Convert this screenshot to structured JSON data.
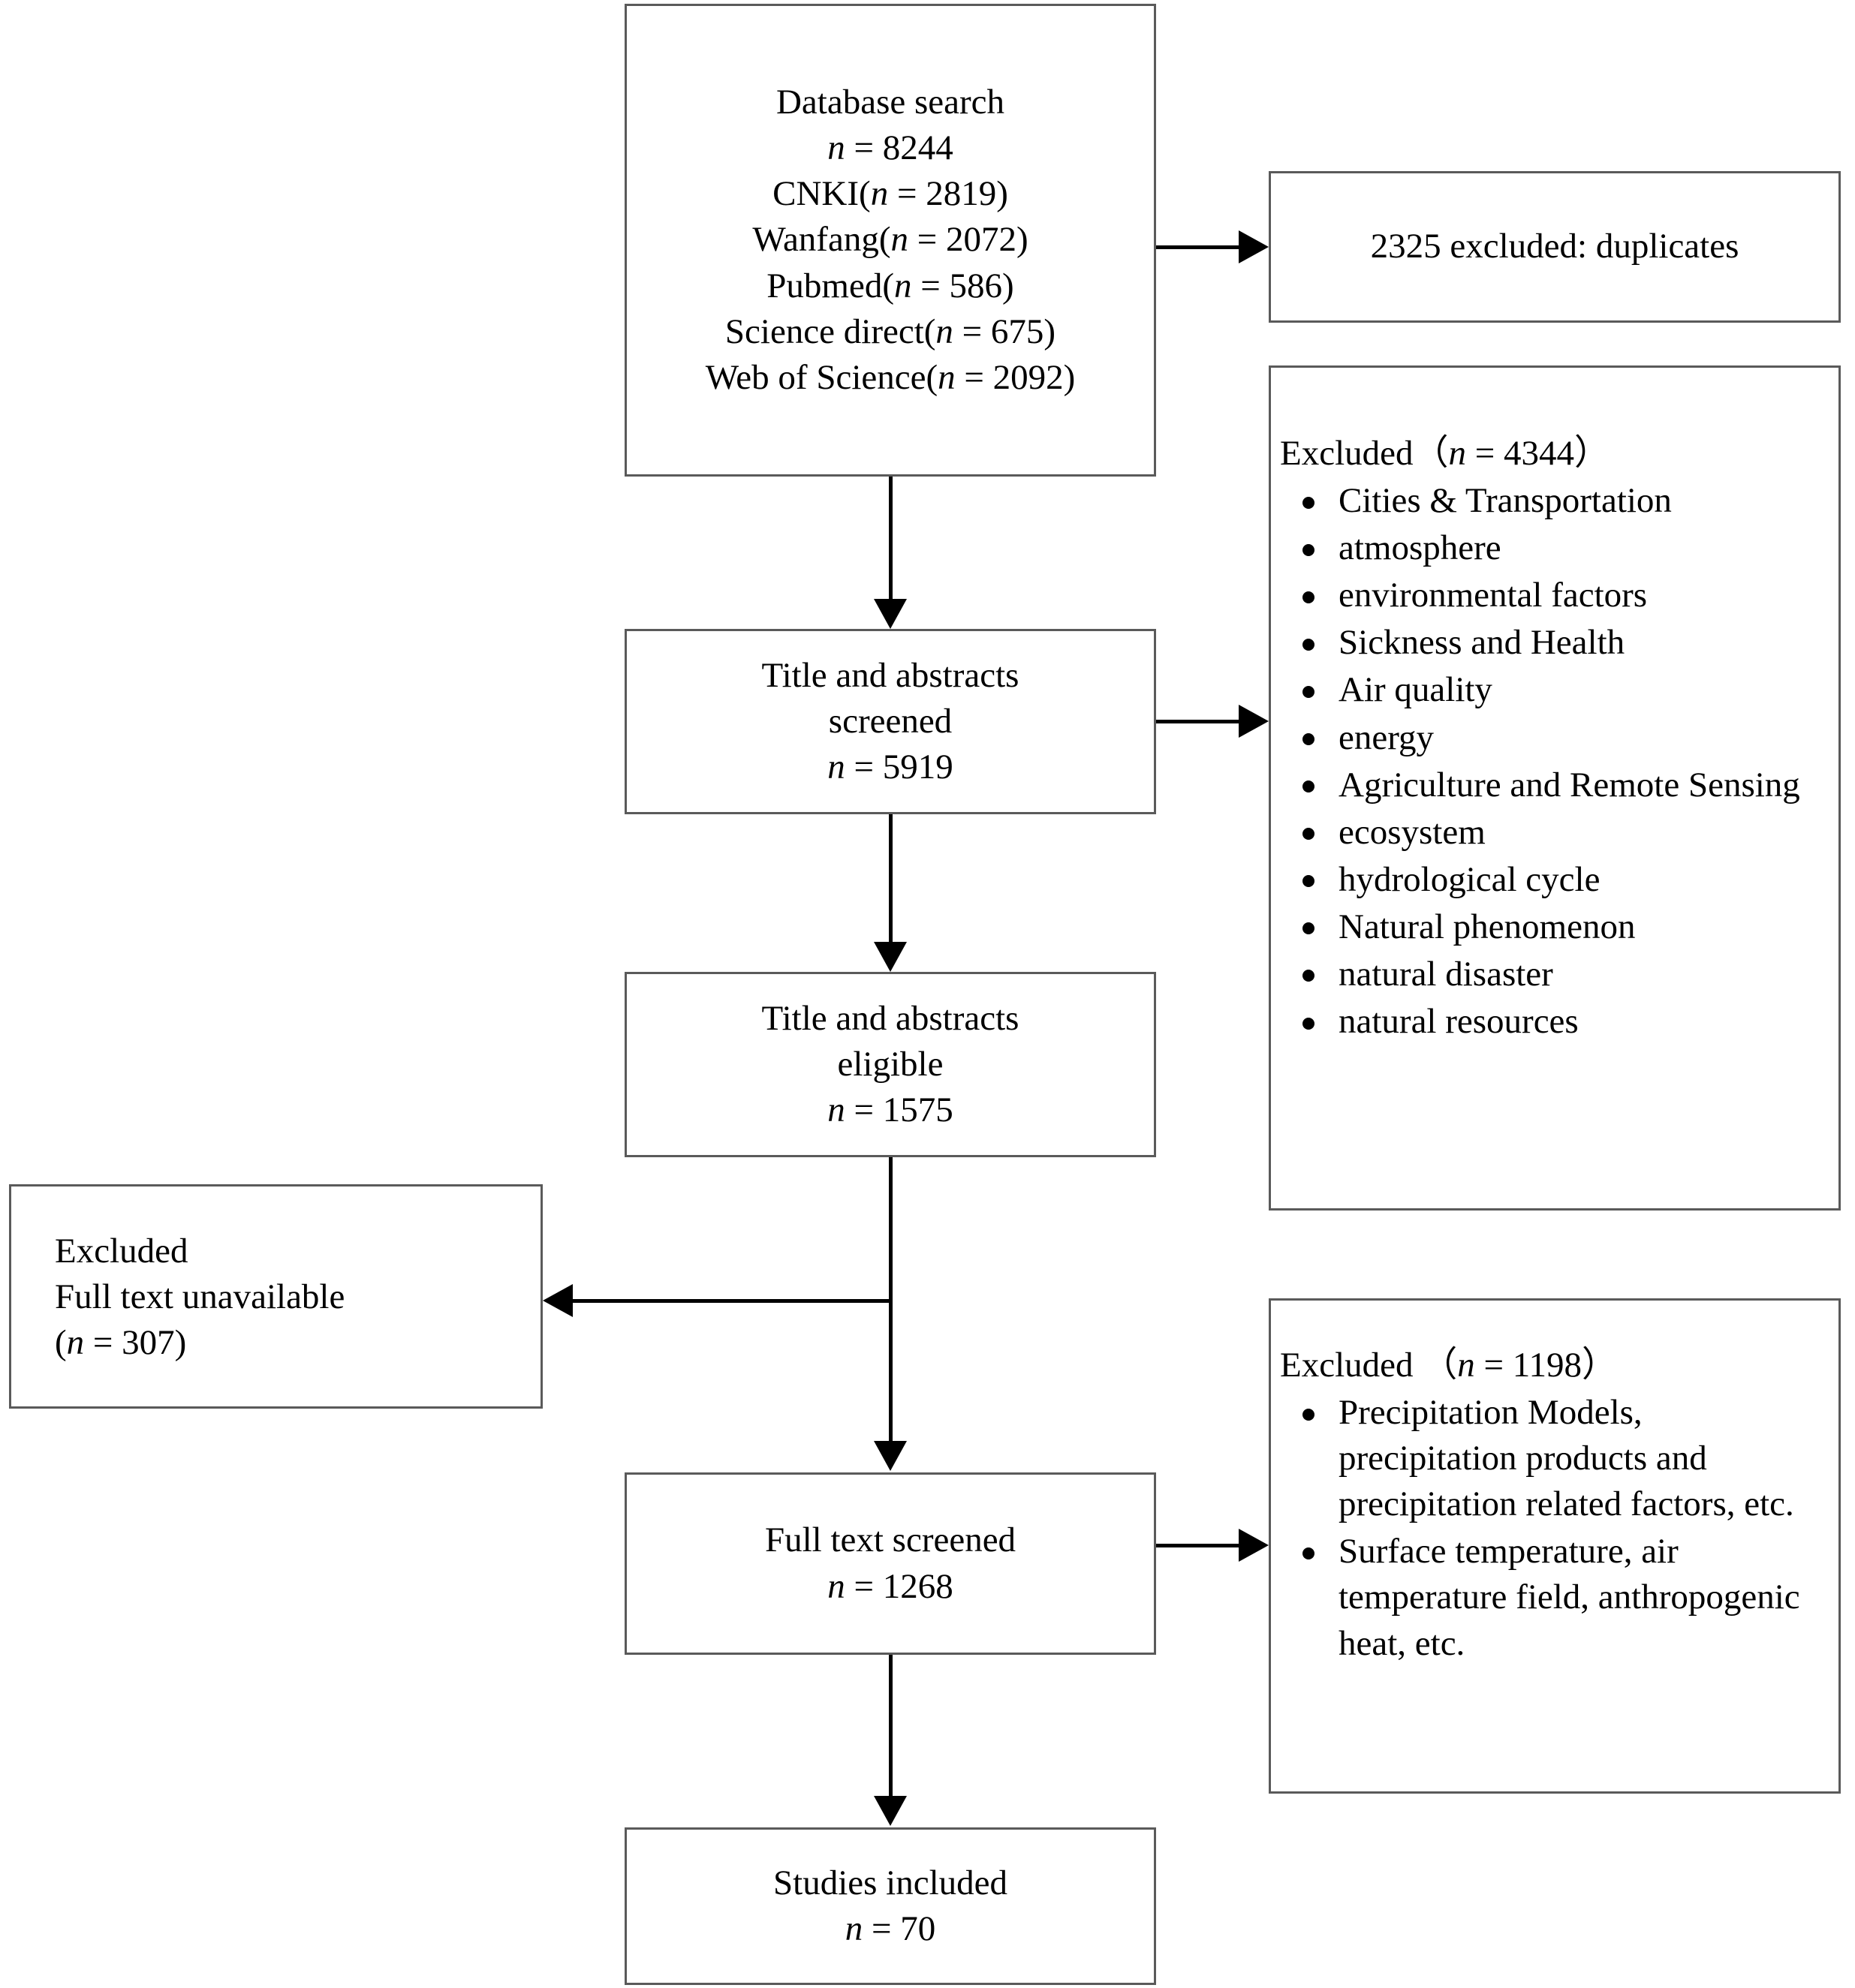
{
  "diagram": {
    "type": "prisma-flow-diagram",
    "boxes": {
      "database_search": {
        "lines": [
          "Database search",
          "n = 8244",
          "CNKI(n = 2819)",
          "Wanfang(n = 2072)",
          "Pubmed(n = 586)",
          "Science direct(n = 675)",
          "Web of Science(n = 2092)"
        ],
        "title": "Database search",
        "total": "n = 8244",
        "sources": [
          {
            "name": "CNKI",
            "count": "n = 2819"
          },
          {
            "name": "Wanfang",
            "count": "n = 2072"
          },
          {
            "name": "Pubmed",
            "count": "n = 586"
          },
          {
            "name": "Science direct",
            "count": "n = 675"
          },
          {
            "name": "Web of Science",
            "count": "n = 2092"
          }
        ]
      },
      "duplicates_excluded": {
        "text": "2325 excluded: duplicates"
      },
      "screened": {
        "line1": "Title and abstracts",
        "line2": "screened",
        "count": "n = 5919"
      },
      "excluded_topics": {
        "header": "Excluded（n = 4344）",
        "items": [
          "Cities & Transportation",
          "atmosphere",
          "environmental factors",
          "Sickness and Health",
          "Air quality",
          "energy",
          "Agriculture and Remote Sensing",
          "ecosystem",
          "hydrological cycle",
          "Natural phenomenon",
          "natural disaster",
          "natural resources"
        ]
      },
      "eligible": {
        "line1": "Title and abstracts",
        "line2": "eligible",
        "count": "n = 1575"
      },
      "full_text_unavailable": {
        "line1": "Excluded",
        "line2": "Full text unavailable",
        "line3": "(n = 307)"
      },
      "full_text_screened": {
        "line1": "Full text screened",
        "count": "n = 1268"
      },
      "excluded_fulltext": {
        "header": "Excluded （n = 1198）",
        "items": [
          "Precipitation Models, precipitation products and precipitation related factors, etc.",
          "Surface temperature, air temperature field, anthropogenic heat, etc."
        ]
      },
      "studies_included": {
        "line1": "Studies included",
        "count": "n = 70"
      }
    },
    "colors": {
      "border": "#5a5a5a",
      "arrow": "#000000",
      "background": "#ffffff",
      "text": "#000000"
    }
  }
}
